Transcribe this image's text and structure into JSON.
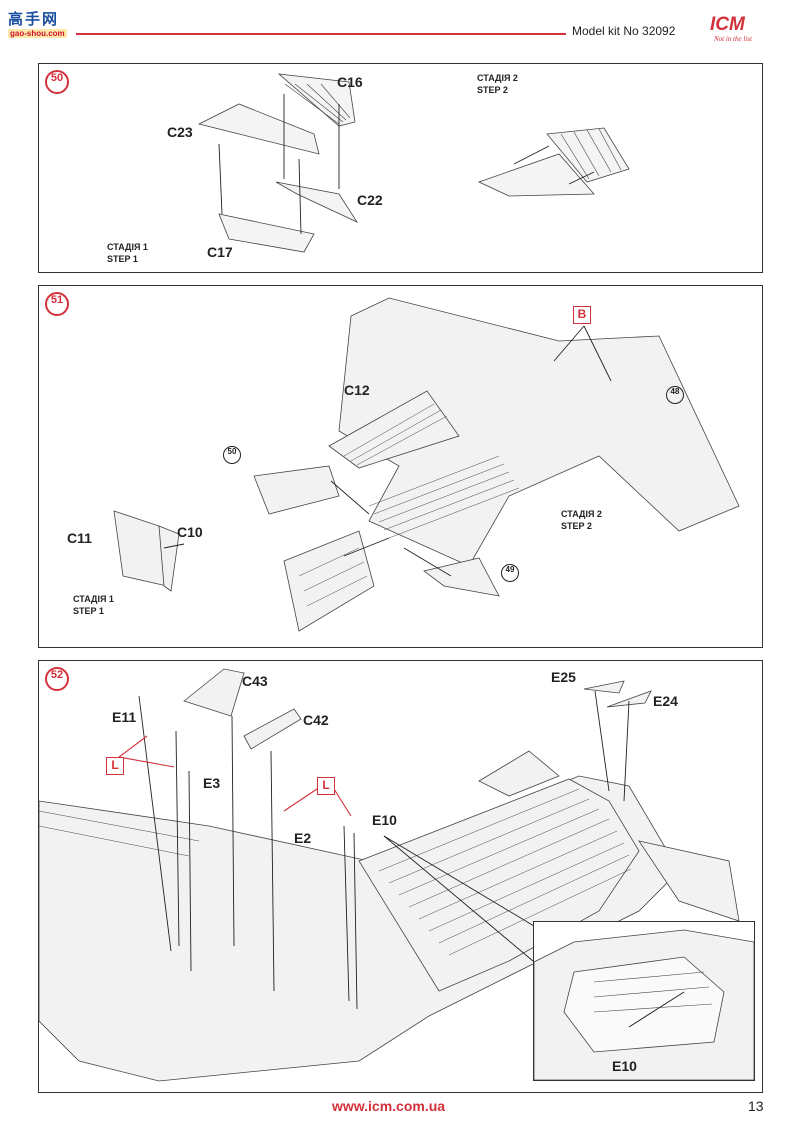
{
  "header": {
    "logo_left_text": "高手网",
    "logo_left_url": "gao-shou.com",
    "model_kit": "Model kit No 32092",
    "brand": "ICM",
    "brand_tagline": "Not in the list"
  },
  "steps": [
    {
      "number": "50",
      "parts": [
        "C16",
        "C23",
        "C22",
        "C17"
      ],
      "stage1": {
        "ua": "СТАДІЯ 1",
        "en": "STEP 1"
      },
      "stage2": {
        "ua": "СТАДІЯ 2",
        "en": "STEP 2"
      }
    },
    {
      "number": "51",
      "parts": [
        "C12",
        "C11",
        "C10"
      ],
      "callout": "B",
      "refs": [
        "50",
        "48",
        "49"
      ],
      "stage1": {
        "ua": "СТАДІЯ 1",
        "en": "STEP 1"
      },
      "stage2": {
        "ua": "СТАДІЯ 2",
        "en": "STEP 2"
      }
    },
    {
      "number": "52",
      "parts": [
        "C43",
        "E11",
        "C42",
        "E3",
        "E2",
        "E10",
        "E25",
        "E24"
      ],
      "callout": "L",
      "inset_part": "E10"
    }
  ],
  "footer": {
    "url": "www.icm.com.ua",
    "page": "13"
  }
}
